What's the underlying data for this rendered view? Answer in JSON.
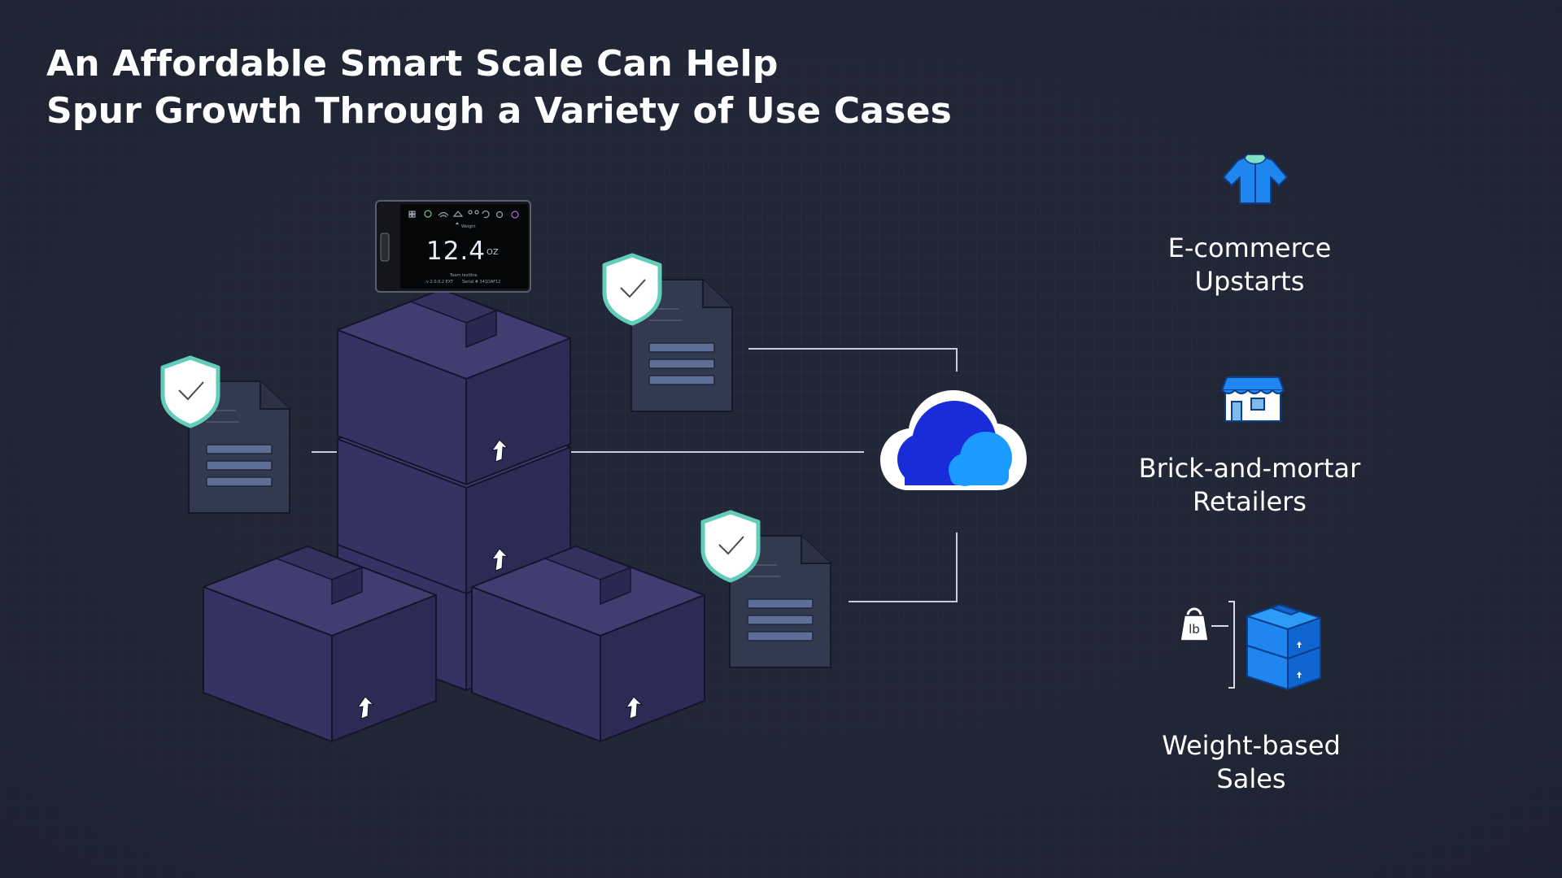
{
  "title": {
    "line1": "An Affordable Smart Scale Can Help",
    "line2": "Spur Growth Through a Variety of Use Cases"
  },
  "scale_display": {
    "weight_label": "Weight",
    "value": "12.4",
    "unit": "OZ",
    "team_text": "Team  testline",
    "version_text": "v 2.0.0.2 EXT",
    "serial_text": "Serial # 341DAF12"
  },
  "weight_badge_text": "lb",
  "use_cases": [
    {
      "line1": "E-commerce",
      "line2": "Upstarts",
      "icon": "jacket-icon"
    },
    {
      "line1": "Brick-and-mortar",
      "line2": "Retailers",
      "icon": "storefront-icon"
    },
    {
      "line1": "Weight-based",
      "line2": "Sales",
      "icon": "weighted-boxes-icon"
    }
  ],
  "colors": {
    "background": "#222737",
    "box_top": "#3e3b6b",
    "box_side": "#2d2a55",
    "document": "#323a4e",
    "shield_stroke": "#6fd6c6",
    "cloud_dark": "#1628d6",
    "cloud_light": "#1a9cff",
    "icon_blue": "#1f86f0"
  }
}
